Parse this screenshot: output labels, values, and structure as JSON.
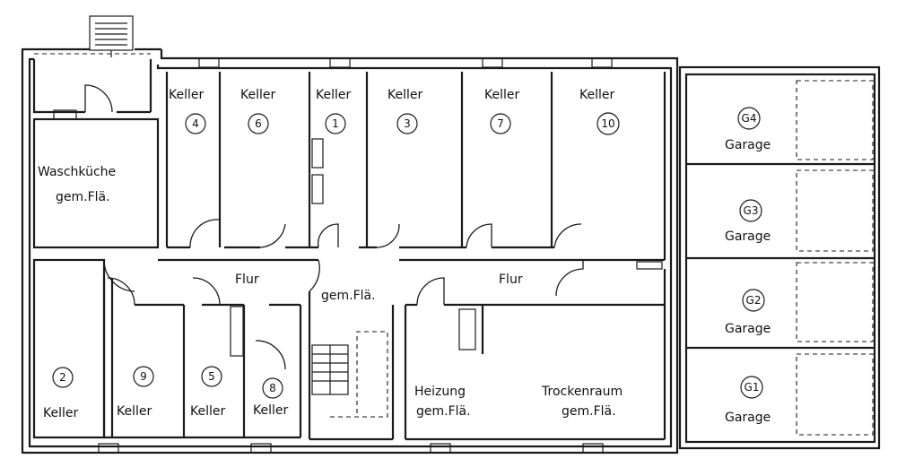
{
  "rooms": {
    "waschkueche": {
      "name": "Waschküche",
      "note": "gem.Flä."
    },
    "keller_top": [
      {
        "name": "Keller",
        "number": "4"
      },
      {
        "name": "Keller",
        "number": "6"
      },
      {
        "name": "Keller",
        "number": "1"
      },
      {
        "name": "Keller",
        "number": "3"
      },
      {
        "name": "Keller",
        "number": "7"
      },
      {
        "name": "Keller",
        "number": "10"
      }
    ],
    "keller_bottom": [
      {
        "name": "Keller",
        "number": "2"
      },
      {
        "name": "Keller",
        "number": "9"
      },
      {
        "name": "Keller",
        "number": "5"
      },
      {
        "name": "Keller",
        "number": "8"
      }
    ],
    "flur_left": {
      "name": "Flur"
    },
    "flur_right": {
      "name": "Flur"
    },
    "stair_hall": {
      "note": "gem.Flä."
    },
    "heizung": {
      "name": "Heizung",
      "note": "gem.Flä."
    },
    "trockenraum": {
      "name": "Trockenraum",
      "note": "gem.Flä."
    }
  },
  "garages": [
    {
      "id": "G4",
      "name": "Garage"
    },
    {
      "id": "G3",
      "name": "Garage"
    },
    {
      "id": "G2",
      "name": "Garage"
    },
    {
      "id": "G1",
      "name": "Garage"
    }
  ]
}
